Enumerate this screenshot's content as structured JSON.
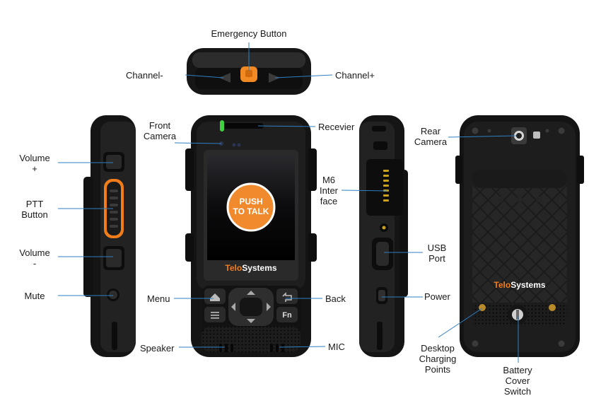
{
  "labels": {
    "emergency_button": "Emergency Button",
    "channel_minus": "Channel-",
    "channel_plus": "Channel+",
    "front_camera_1": "Front",
    "front_camera_2": "Camera",
    "receiver": "Recevier",
    "m6_interface_1": "M6",
    "m6_interface_2": "Inter",
    "m6_interface_3": "face",
    "rear_camera_1": "Rear",
    "rear_camera_2": "Camera",
    "volume_up_1": "Volume",
    "volume_up_2": "+",
    "ptt_button_1": "PTT",
    "ptt_button_2": "Button",
    "volume_down_1": "Volume",
    "volume_down_2": "-",
    "mute": "Mute",
    "menu": "Menu",
    "back": "Back",
    "speaker": "Speaker",
    "mic": "MIC",
    "usb_port_1": "USB",
    "usb_port_2": "Port",
    "power": "Power",
    "desktop_charging_1": "Desktop",
    "desktop_charging_2": "Charging",
    "desktop_charging_3": "Points",
    "battery_cover_1": "Battery",
    "battery_cover_2": "Cover",
    "battery_cover_3": "Switch"
  },
  "device": {
    "screen_button_line1": "PUSH",
    "screen_button_line2": "TO TALK",
    "brand_prefix": "Telo",
    "brand_suffix": "Systems",
    "key_fn": "Fn"
  },
  "colors": {
    "leader_line": "#2e7fc4",
    "accent_orange": "#f07d1a",
    "body_black": "#1c1c1c",
    "led_green": "#3fd13f"
  }
}
